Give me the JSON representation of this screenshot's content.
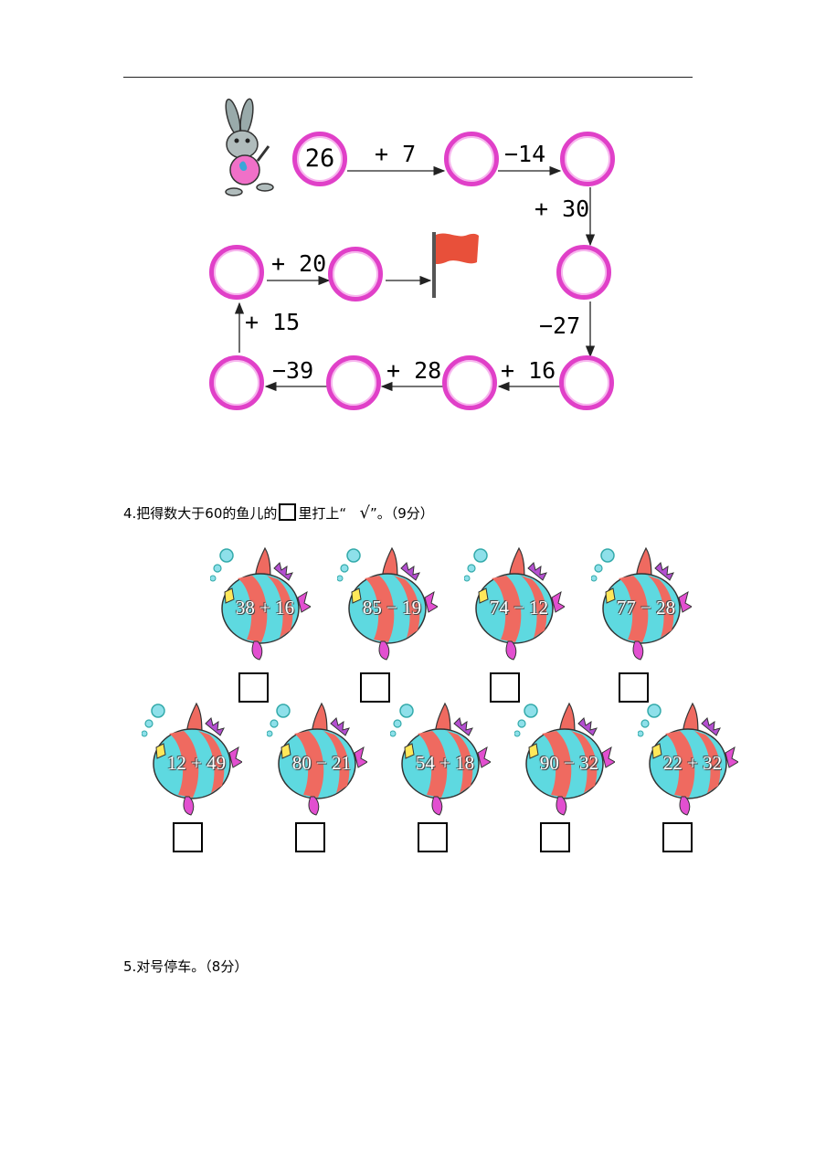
{
  "flow_chart": {
    "start_value": "26",
    "operations": [
      "+ 7",
      "−14",
      "+ 30",
      "−27",
      "+ 16",
      "+ 28",
      "−39",
      "+ 15",
      "+ 20"
    ]
  },
  "q4": {
    "prefix": "4.把得数大于60的鱼儿的",
    "suffix": "里打上“",
    "check": "√",
    "tail": "”。（9分）",
    "fish": [
      "38 + 16",
      "85 − 19",
      "74 − 12",
      "77 − 28",
      "12 + 49",
      "80 − 21",
      "54 + 18",
      "90 − 32",
      "22 + 32"
    ]
  },
  "q5": {
    "text": "5.对号停车。（8分）"
  }
}
